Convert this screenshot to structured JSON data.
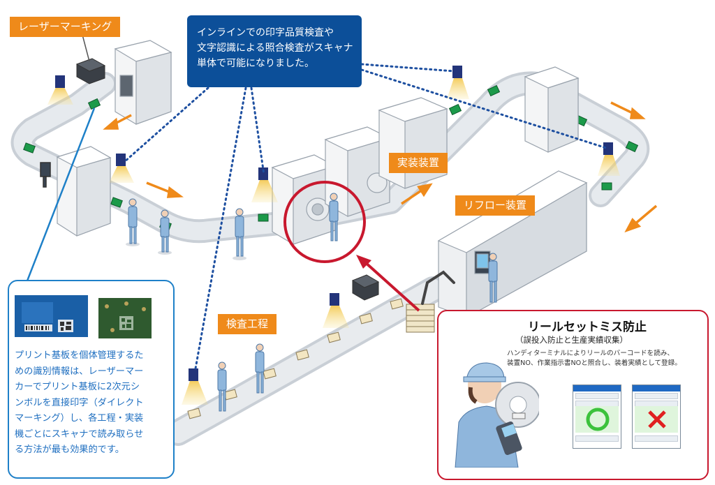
{
  "labels": {
    "laser_marking": "レーザーマーキング",
    "mounting_machine": "実装装置",
    "reflow_machine": "リフロー装置",
    "inspection_process": "検査工程"
  },
  "callout_top": {
    "lines": [
      "インラインでの印字品質検査や",
      "文字認識による照合検査がスキャナ",
      "単体で可能になりました。"
    ]
  },
  "left_box": {
    "lines": [
      "プリント基板を個体管理するた",
      "めの識別情報は、レーザーマー",
      "カーでプリント基板に2次元シ",
      "ンボルを直接印字（ダイレクト",
      "マーキング）し、各工程・実装",
      "機ごとにスキャナで読み取らせ",
      "る方法が最も効果的です。"
    ]
  },
  "right_box": {
    "title": "リールセットミス防止",
    "subtitle": "（誤投入防止と生産実績収集）",
    "description_lines": [
      "ハンディターミナルによりリールのバーコードを読み、",
      "装置NO、作業指示書NOと照合し、装着実績として登録。"
    ]
  },
  "colors": {
    "orange_label": "#ef8a1a",
    "blue_callout": "#0c4f99",
    "left_border": "#1e80c8",
    "red_border": "#c8182e",
    "dotted_line": "#1d4fa0",
    "arrow": "#ef8a1a",
    "ok_mark": "#3cc23c",
    "ng_mark": "#e02020"
  }
}
